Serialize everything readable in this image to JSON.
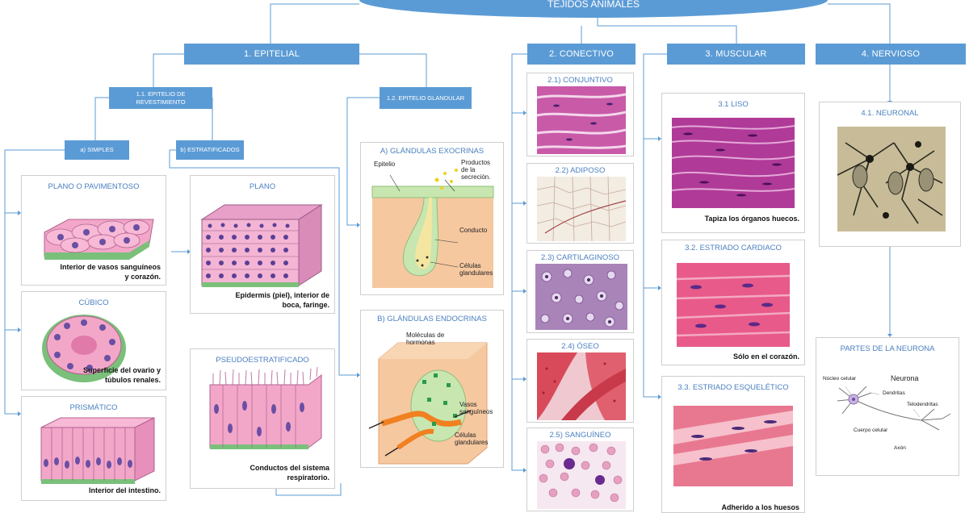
{
  "title": "TEJIDOS ANIMALES",
  "categories": {
    "epitelial": "1. EPITELIAL",
    "conectivo": "2. CONECTIVO",
    "muscular": "3. MUSCULAR",
    "nervioso": "4. NERVIOSO"
  },
  "epitelial": {
    "revestimiento": "1.1. EPITELIO DE REVESTIMIENTO",
    "glandular": "1.2. EPITELIO GLANDULAR",
    "simples": "a) SIMPLES",
    "estratificados": "b) ESTRATIFICADOS",
    "pavimentoso": {
      "title": "PLANO O PAVIMENTOSO",
      "caption": [
        "Interior de vasos sanguíneos",
        "y corazón."
      ]
    },
    "cubico": {
      "title": "CÚBICO",
      "caption": [
        "Superficie del ovario y",
        "túbulos renales."
      ]
    },
    "prismatico": {
      "title": "PRISMÁTICO",
      "caption": [
        "Interior del intestino."
      ]
    },
    "plano": {
      "title": "PLANO",
      "caption": [
        "Epidermis (piel), interior de",
        "boca, faringe."
      ]
    },
    "pseudo": {
      "title": "PSEUDOESTRATIFICADO",
      "caption": [
        "Conductos del sistema",
        "respiratorio."
      ]
    },
    "exocrinas": {
      "title": "A) GLÁNDULAS EXOCRINAS",
      "labels": {
        "epitelio": "Epitelio",
        "productos": [
          "Productos",
          "de la",
          "secreción."
        ],
        "conducto": "Conducto",
        "celulas": [
          "Células",
          "glandulares"
        ]
      }
    },
    "endocrinas": {
      "title": "B) GLÁNDULAS ENDOCRINAS",
      "labels": {
        "moleculas": [
          "Moléculas de",
          "hormonas"
        ],
        "vasos": [
          "Vasos",
          "sanguíneos"
        ],
        "celulas": [
          "Células",
          "glandulares"
        ]
      }
    }
  },
  "conectivo": {
    "conjuntivo": "2.1) CONJUNTIVO",
    "adiposo": "2.2) ADIPOSO",
    "cartilaginoso": "2.3) CARTILAGINOSO",
    "oseo": "2.4) ÓSEO",
    "sanguineo": "2.5) SANGUÍNEO"
  },
  "muscular": {
    "liso": {
      "title": "3.1 LISO",
      "caption": "Tapiza los órganos huecos."
    },
    "cardiaco": {
      "title": "3.2. ESTRIADO CARDIACO",
      "caption": "Sólo en el corazón."
    },
    "esqueletico": {
      "title": "3.3. ESTRIADO ESQUELÉTICO",
      "caption": "Adherido a los huesos"
    }
  },
  "nervioso": {
    "neuronal": "4.1. NEURONAL",
    "partes": {
      "title": "PARTES DE LA NEURONA",
      "heading": "Neurona",
      "labels": {
        "nucleo": "Núcleo celular",
        "dendritas": "Dendritas",
        "telodendritas": "Telodendritas",
        "cuerpo": "Cuerpo celular",
        "axon": "Axón"
      }
    }
  },
  "colors": {
    "box": "#5b9bd5",
    "line": "#5b9bd5",
    "panel_title": "#4a7fc0"
  }
}
